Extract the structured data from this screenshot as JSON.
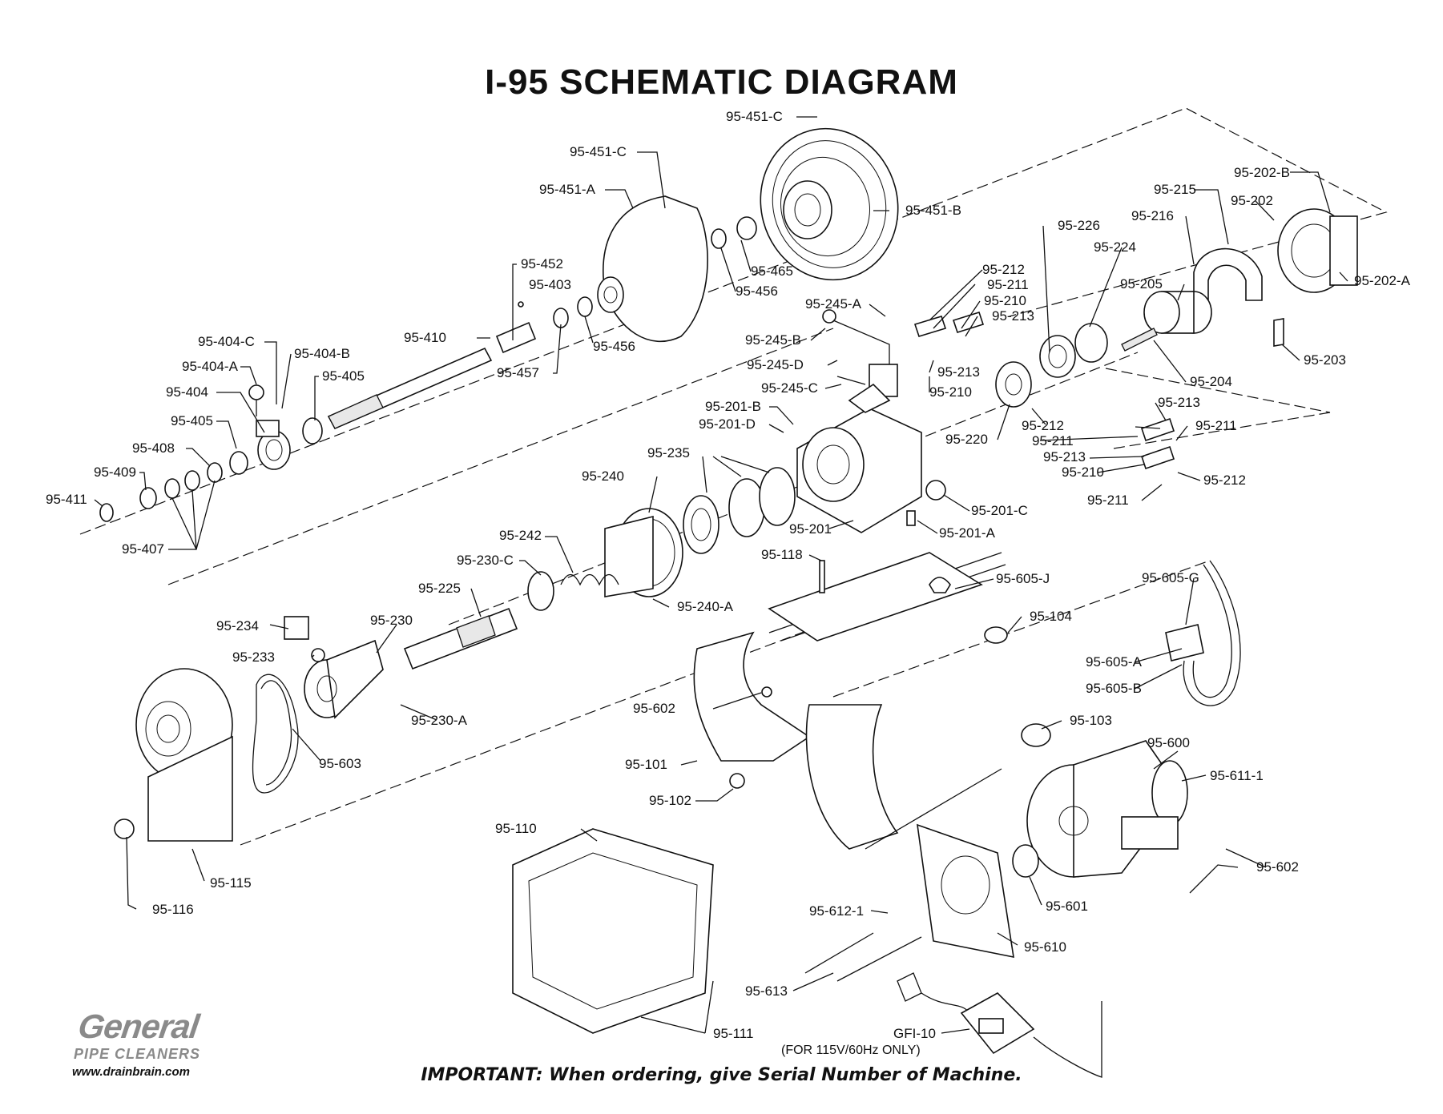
{
  "title": "I-95 SCHEMATIC DIAGRAM",
  "parts": {
    "p451c_top": "95-451-C",
    "p451c_mid": "95-451-C",
    "p451a": "95-451-A",
    "p451b": "95-451-B",
    "p465": "95-465",
    "p456a": "95-456",
    "p456b": "95-456",
    "p452": "95-452",
    "p403": "95-403",
    "p457": "95-457",
    "p410": "95-410",
    "p404c": "95-404-C",
    "p404b": "95-404-B",
    "p404a": "95-404-A",
    "p404": "95-404",
    "p405a": "95-405",
    "p405b": "95-405",
    "p408": "95-408",
    "p409": "95-409",
    "p411": "95-411",
    "p407": "95-407",
    "p202b": "95-202-B",
    "p215": "95-215",
    "p202": "95-202",
    "p216": "95-216",
    "p226": "95-226",
    "p224": "95-224",
    "p205": "95-205",
    "p202a": "95-202-A",
    "p203": "95-203",
    "p204": "95-204",
    "p212a": "95-212",
    "p211a": "95-211",
    "p210a": "95-210",
    "p213a": "95-213",
    "p245a": "95-245-A",
    "p245b": "95-245-B",
    "p245d": "95-245-D",
    "p245c": "95-245-C",
    "p213b": "95-213",
    "p210b": "95-210",
    "p201b": "95-201-B",
    "p201d": "95-201-D",
    "p220": "95-220",
    "p212b": "95-212",
    "p211b": "95-211",
    "p213c": "95-213",
    "p210c": "95-210",
    "p213d": "95-213",
    "p211c": "95-211",
    "p212c": "95-212",
    "p211d": "95-211",
    "p235": "95-235",
    "p240": "95-240",
    "p201c": "95-201-C",
    "p201": "95-201",
    "p201a": "95-201-A",
    "p242": "95-242",
    "p230c": "95-230-C",
    "p118": "95-118",
    "p605j": "95-605-J",
    "p605g": "95-605-G",
    "p225": "95-225",
    "p240a": "95-240-A",
    "p104": "95-104",
    "p230": "95-230",
    "p234": "95-234",
    "p233": "95-233",
    "p605a": "95-605-A",
    "p605b": "95-605-B",
    "p602a": "95-602",
    "p230a": "95-230-A",
    "p103": "95-103",
    "p600": "95-600",
    "p603": "95-603",
    "p101": "95-101",
    "p611": "95-611-1",
    "p102": "95-102",
    "p602b": "95-602",
    "p110": "95-110",
    "p115": "95-115",
    "p116": "95-116",
    "p601": "95-601",
    "p612": "95-612-1",
    "p610": "95-610",
    "p613": "95-613",
    "p111": "95-111",
    "gfi": "GFI-10",
    "gfi_note": "(FOR 115V/60Hz ONLY)"
  },
  "footer": "IMPORTANT: When ordering, give Serial Number of Machine.",
  "logo": {
    "word": "General",
    "sub": "PIPE CLEANERS",
    "url": "www.drainbrain.com"
  }
}
